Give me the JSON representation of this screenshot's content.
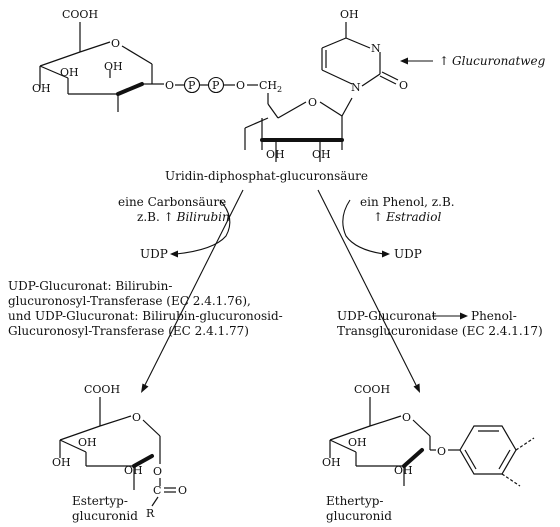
{
  "top": {
    "oh_uracil": "OH",
    "n1": "N",
    "n3": "N",
    "o_carbonyl": "O",
    "cooh": "COOH",
    "o_ring": "O",
    "oh_glc1": "OH",
    "oh_glc2": "OH",
    "oh_glc3": "OH",
    "o_link": "O",
    "p": "P",
    "o_bridge": "O",
    "ch2": "CH",
    "ch2_sub": "2",
    "o_ribose": "O",
    "oh_rib1": "OH",
    "oh_rib2": "OH",
    "pathway_arrow": "↑",
    "pathway_label": "Glucuronatweg",
    "name": "Uridin-diphosphat-glucuronsäure"
  },
  "left_branch": {
    "substrate_line1": "eine Carbonsäure",
    "substrate_line2_prefix": "z.B. ↑",
    "substrate_line2_name": "Bilirubin",
    "udp": "UDP",
    "enzyme_line1": "UDP-Glucuronat: Bilirubin-",
    "enzyme_line2": "glucuronosyl-Transferase (EC 2.4.1.76),",
    "enzyme_line3": "und UDP-Glucuronat: Bilirubin-glucuronosid-",
    "enzyme_line4": "Glucuronosyl-Transferase (EC 2.4.1.77)"
  },
  "right_branch": {
    "substrate_line1": "ein Phenol, z.B.",
    "substrate_line2_prefix": "↑",
    "substrate_line2_name": "Estradiol",
    "udp": "UDP",
    "enzyme_line1": "UDP-Glucuronat",
    "enzyme_line1_extra": "Phenol-",
    "enzyme_line2": "Transglucuronidase (EC 2.4.1.17)"
  },
  "products": {
    "ester": {
      "cooh": "COOH",
      "o_ring": "O",
      "oh1": "OH",
      "oh2": "OH",
      "oh3": "OH",
      "o_link": "O",
      "c": "C",
      "o_dbl": "O",
      "r": "R",
      "label1": "Estertyp-",
      "label2": "glucuronid"
    },
    "ether": {
      "cooh": "COOH",
      "o_ring": "O",
      "oh1": "OH",
      "oh2": "OH",
      "oh3": "OH",
      "o_link": "O",
      "label1": "Ethertyp-",
      "label2": "glucuronid"
    }
  }
}
